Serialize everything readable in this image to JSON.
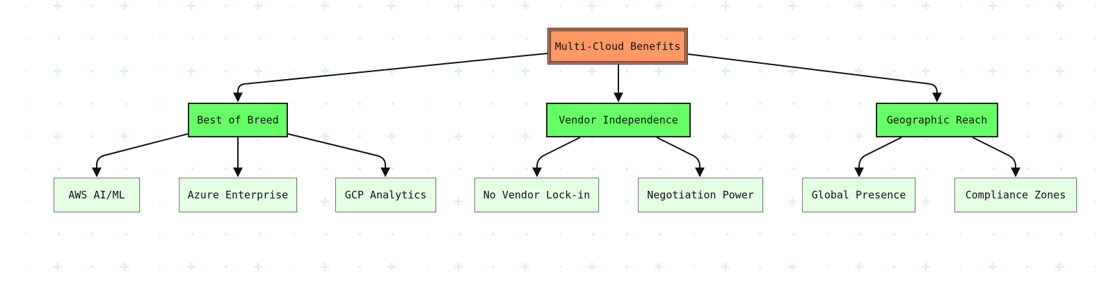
{
  "diagram": {
    "root": {
      "label": "Multi-Cloud Benefits"
    },
    "branches": [
      {
        "label": "Best of Breed",
        "children": [
          "AWS AI/ML",
          "Azure Enterprise",
          "GCP Analytics"
        ]
      },
      {
        "label": "Vendor Independence",
        "children": [
          "No Vendor Lock-in",
          "Negotiation Power"
        ]
      },
      {
        "label": "Geographic Reach",
        "children": [
          "Global Presence",
          "Compliance Zones"
        ]
      }
    ]
  },
  "colors": {
    "root_fill": "#ff9a66",
    "branch_fill": "#66ff66",
    "leaf_fill": "#e4ffe4",
    "edge": "#111111",
    "background_pattern": "#e2eff1"
  }
}
